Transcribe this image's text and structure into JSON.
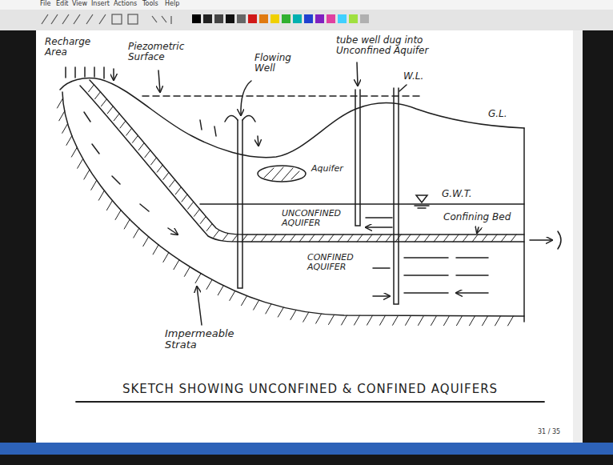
{
  "diagram": {
    "caption": "SKETCH SHOWING UNCONFINED & CONFINED AQUIFERS",
    "labels": [
      "File",
      "Edit",
      "View",
      "Insert",
      "Actions",
      "Tools",
      "Help",
      "Recharge Area",
      "Piezometric Surface",
      "Flowing Well",
      "tube well dug into Unconfined Aquifer",
      "W.L.",
      "G.L.",
      "Aquifer",
      "G.W.T.",
      "UNCONFINED AQUIFER",
      "Confining Bed",
      "CONFINED AQUIFER",
      "Impermeable Strata",
      "31 / 35"
    ]
  }
}
